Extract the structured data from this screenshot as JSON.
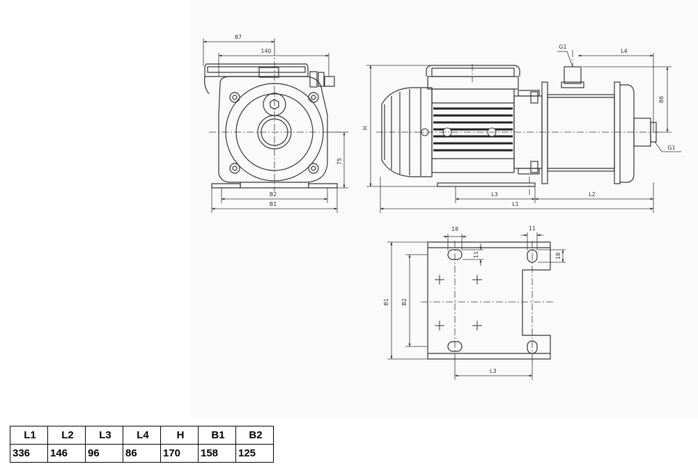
{
  "dimension_labels": {
    "width_87": "87",
    "width_140": "140",
    "height_75": "75",
    "b2": "B2",
    "b1": "B1",
    "h": "H",
    "g1_top": "G1",
    "g1_side": "G1",
    "l4": "L4",
    "height_86": "86",
    "l3": "L3",
    "l2": "L2",
    "l1": "L1",
    "slot_18_left": "18",
    "slot_11_right": "11",
    "slot_11_vertical": "11",
    "slot_18_vertical": "18",
    "base_b1": "B1",
    "base_b2": "B2",
    "base_l3": "L3"
  },
  "table": {
    "headers": [
      "L1",
      "L2",
      "L3",
      "L4",
      "H",
      "B1",
      "B2"
    ],
    "values": [
      "336",
      "146",
      "96",
      "86",
      "170",
      "158",
      "125"
    ]
  }
}
